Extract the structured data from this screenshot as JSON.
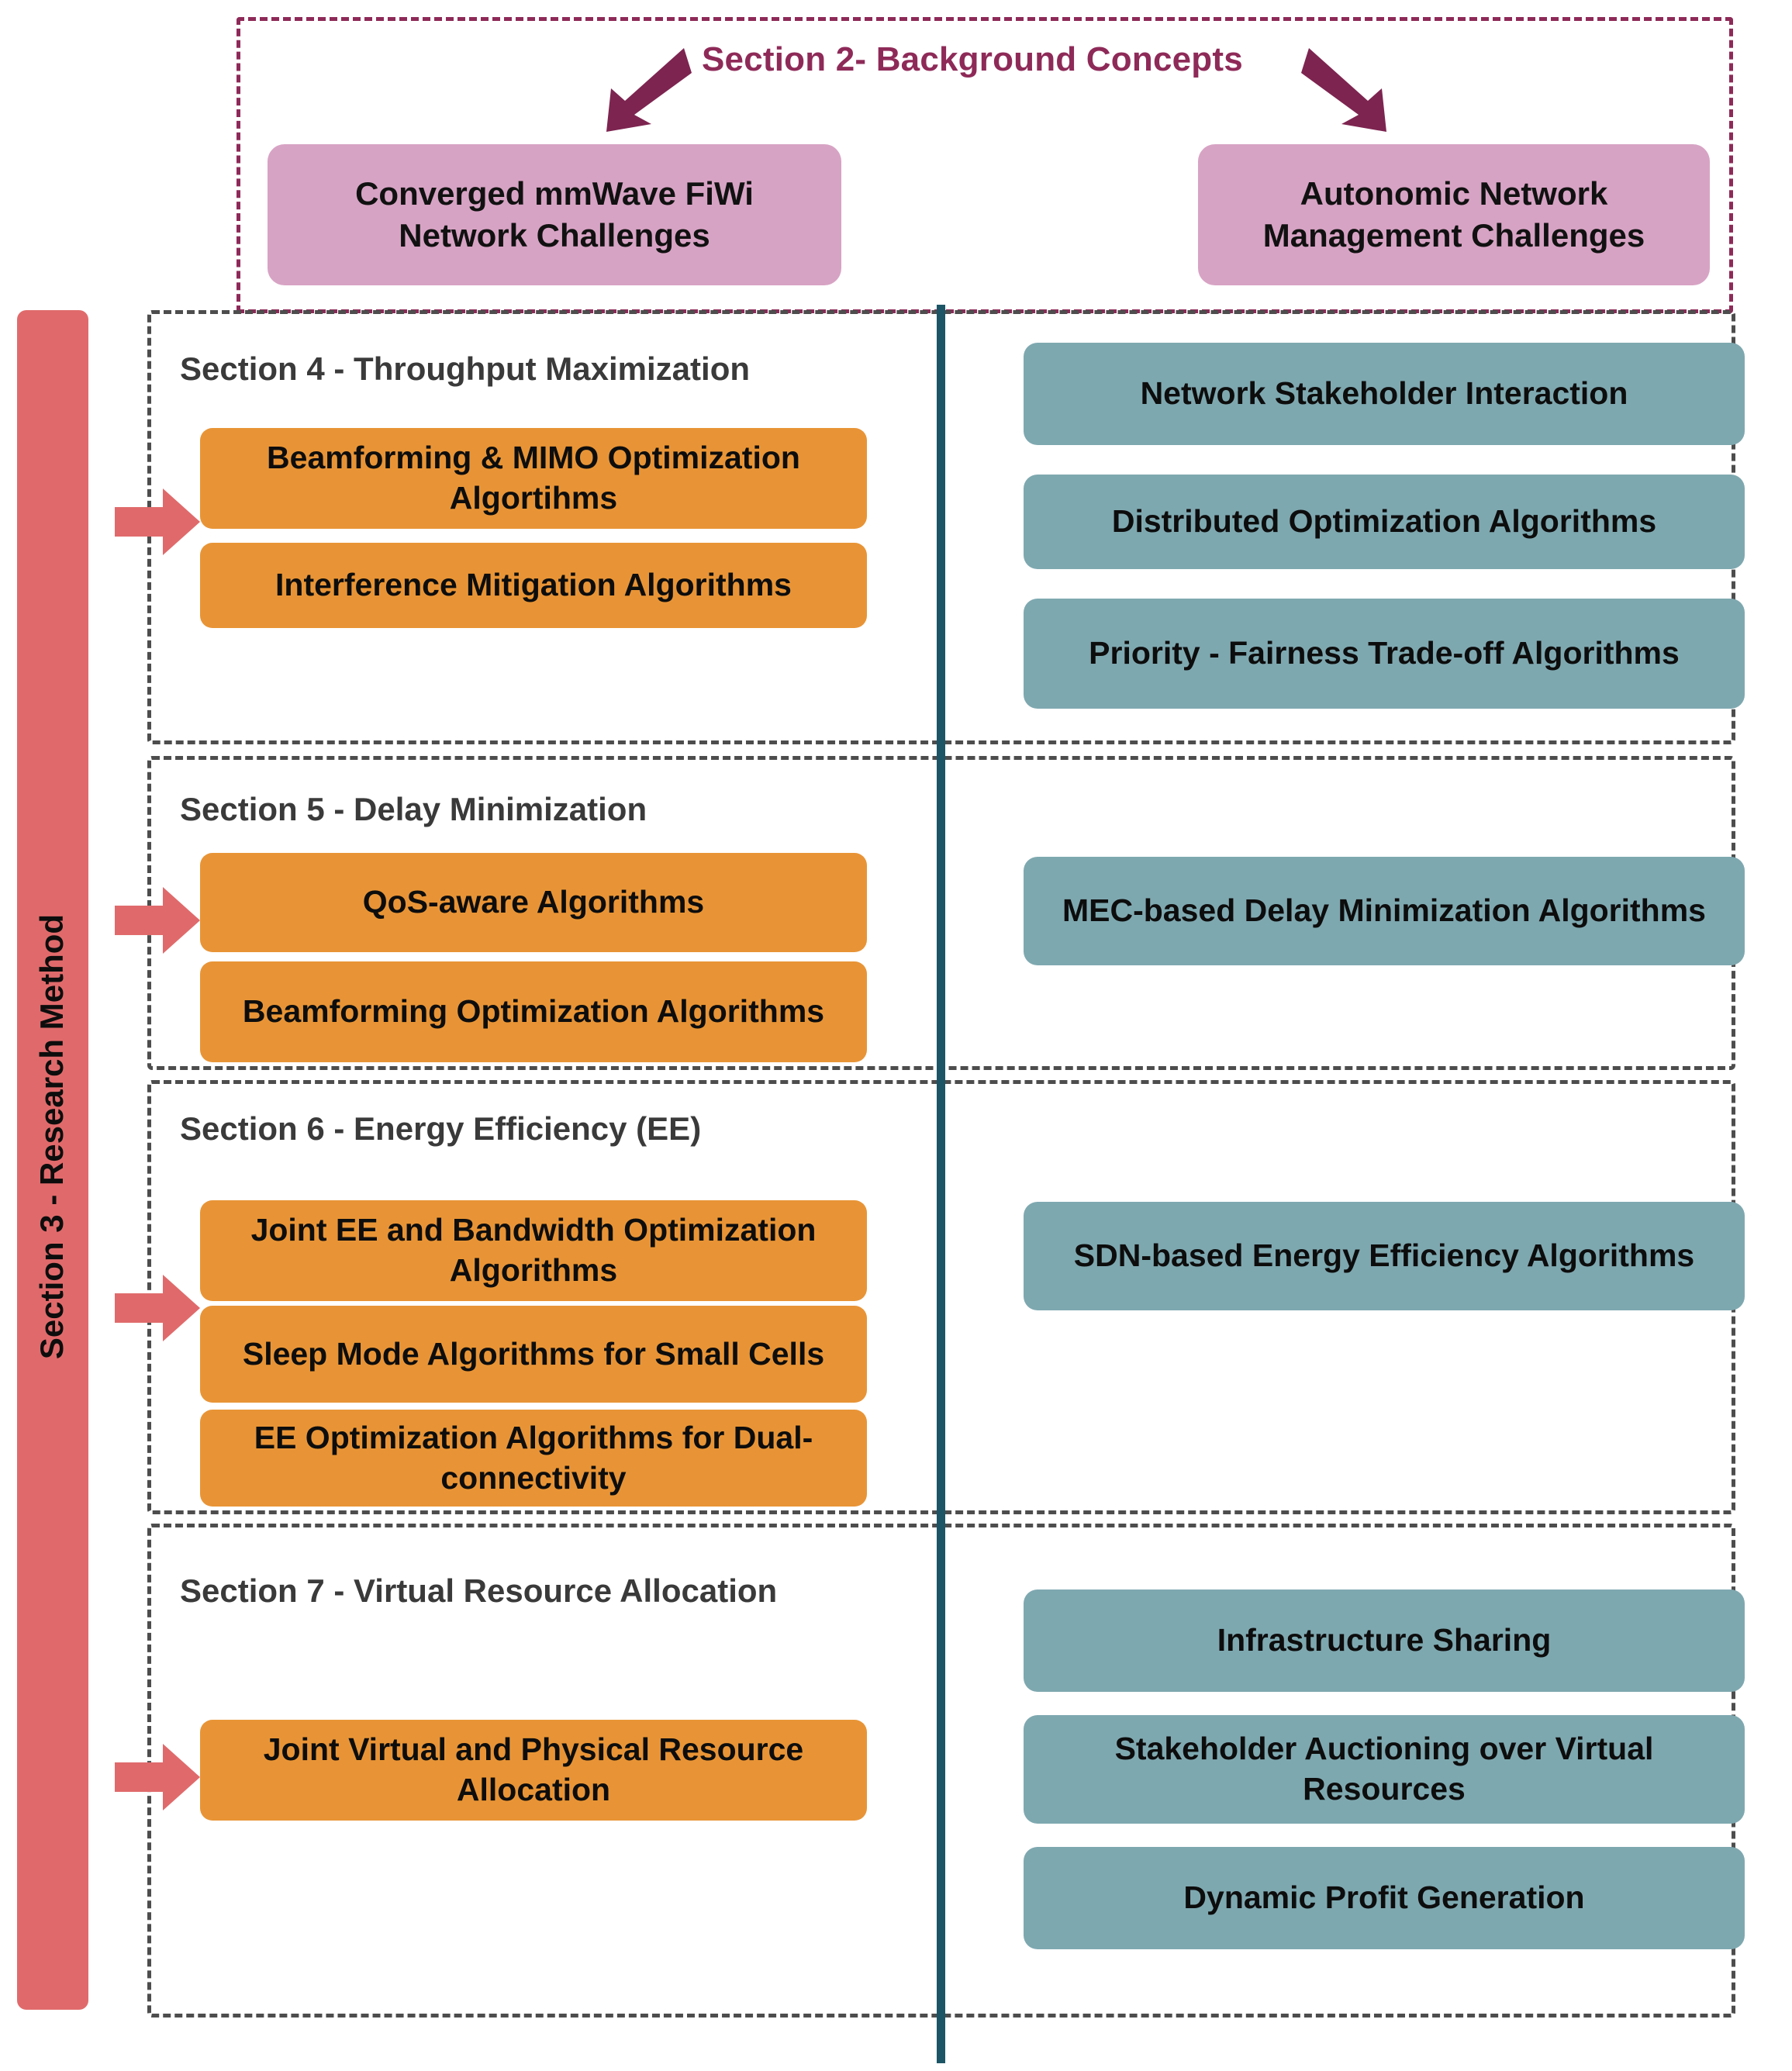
{
  "colors": {
    "maroon": "#8e2a58",
    "pink": "#d7a3c4",
    "red_bar": "#e06a6b",
    "orange": "#e89436",
    "teal": "#7ea8b0",
    "divider_teal": "#1b5566",
    "dashed_gray": "#4d4d4d"
  },
  "section2": {
    "title": "Section 2- Background Concepts",
    "left_box": "Converged mmWave FiWi Network Challenges",
    "right_box": "Autonomic Network Management Challenges"
  },
  "section3": {
    "label": "Section 3 - Research Method"
  },
  "sections": [
    {
      "heading": "Section 4 - Throughput Maximization",
      "left_items": [
        "Beamforming & MIMO Optimization Algortihms",
        "Interference Mitigation Algorithms"
      ],
      "right_items": [
        "Network Stakeholder Interaction",
        "Distributed Optimization Algorithms",
        "Priority  - Fairness Trade-off Algorithms"
      ]
    },
    {
      "heading": "Section 5 - Delay Minimization",
      "left_items": [
        "QoS-aware Algorithms",
        "Beamforming Optimization Algorithms"
      ],
      "right_items": [
        "MEC-based Delay Minimization Algorithms"
      ]
    },
    {
      "heading": "Section 6 - Energy Efficiency (EE)",
      "left_items": [
        "Joint EE and Bandwidth Optimization Algorithms",
        "Sleep Mode Algorithms for Small Cells",
        "EE Optimization Algorithms for Dual-connectivity"
      ],
      "right_items": [
        "SDN-based Energy Efficiency Algorithms"
      ]
    },
    {
      "heading": "Section 7 - Virtual Resource Allocation",
      "left_items": [
        "Joint Virtual and Physical Resource Allocation"
      ],
      "right_items": [
        "Infrastructure Sharing",
        "Stakeholder Auctioning over Virtual Resources",
        "Dynamic Profit Generation"
      ]
    }
  ]
}
